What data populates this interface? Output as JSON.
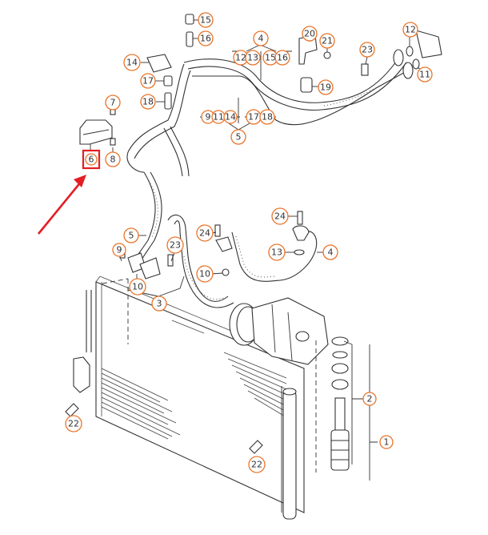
{
  "diagram": {
    "title": "A/C refrigerant circuit: condenser, compressor, hoses and pipes (exploded parts view)",
    "accent_color": "#e8742a",
    "highlight_color": "#e31e24",
    "highlighted_part": "6",
    "callouts": [
      {
        "id": "c15",
        "label": "15"
      },
      {
        "id": "c16",
        "label": "16"
      },
      {
        "id": "c14",
        "label": "14"
      },
      {
        "id": "c17",
        "label": "17"
      },
      {
        "id": "c18",
        "label": "18"
      },
      {
        "id": "c4-top",
        "label": "4"
      },
      {
        "id": "c12-g1",
        "label": "12"
      },
      {
        "id": "c13-g1",
        "label": "13"
      },
      {
        "id": "c15-g1",
        "label": "15"
      },
      {
        "id": "c16-g1",
        "label": "16"
      },
      {
        "id": "c20",
        "label": "20"
      },
      {
        "id": "c21",
        "label": "21"
      },
      {
        "id": "c19",
        "label": "19"
      },
      {
        "id": "c23-top",
        "label": "23"
      },
      {
        "id": "c12-right",
        "label": "12"
      },
      {
        "id": "c11-right",
        "label": "11"
      },
      {
        "id": "c9-g5",
        "label": "9"
      },
      {
        "id": "c11-g5",
        "label": "11"
      },
      {
        "id": "c14-g5",
        "label": "14"
      },
      {
        "id": "c17-g5",
        "label": "17"
      },
      {
        "id": "c18-g5",
        "label": "18"
      },
      {
        "id": "c5-top",
        "label": "5"
      },
      {
        "id": "c7",
        "label": "7"
      },
      {
        "id": "c6",
        "label": "6"
      },
      {
        "id": "c8",
        "label": "8"
      },
      {
        "id": "c24-right",
        "label": "24"
      },
      {
        "id": "c13-right",
        "label": "13"
      },
      {
        "id": "c4-right",
        "label": "4"
      },
      {
        "id": "c5-left",
        "label": "5"
      },
      {
        "id": "c24-mid",
        "label": "24"
      },
      {
        "id": "c23-mid",
        "label": "23"
      },
      {
        "id": "c9-left",
        "label": "9"
      },
      {
        "id": "c10-left",
        "label": "10"
      },
      {
        "id": "c10-mid",
        "label": "10"
      },
      {
        "id": "c3",
        "label": "3"
      },
      {
        "id": "c2",
        "label": "2"
      },
      {
        "id": "c1",
        "label": "1"
      },
      {
        "id": "c22-left",
        "label": "22"
      },
      {
        "id": "c22-mid",
        "label": "22"
      }
    ]
  }
}
